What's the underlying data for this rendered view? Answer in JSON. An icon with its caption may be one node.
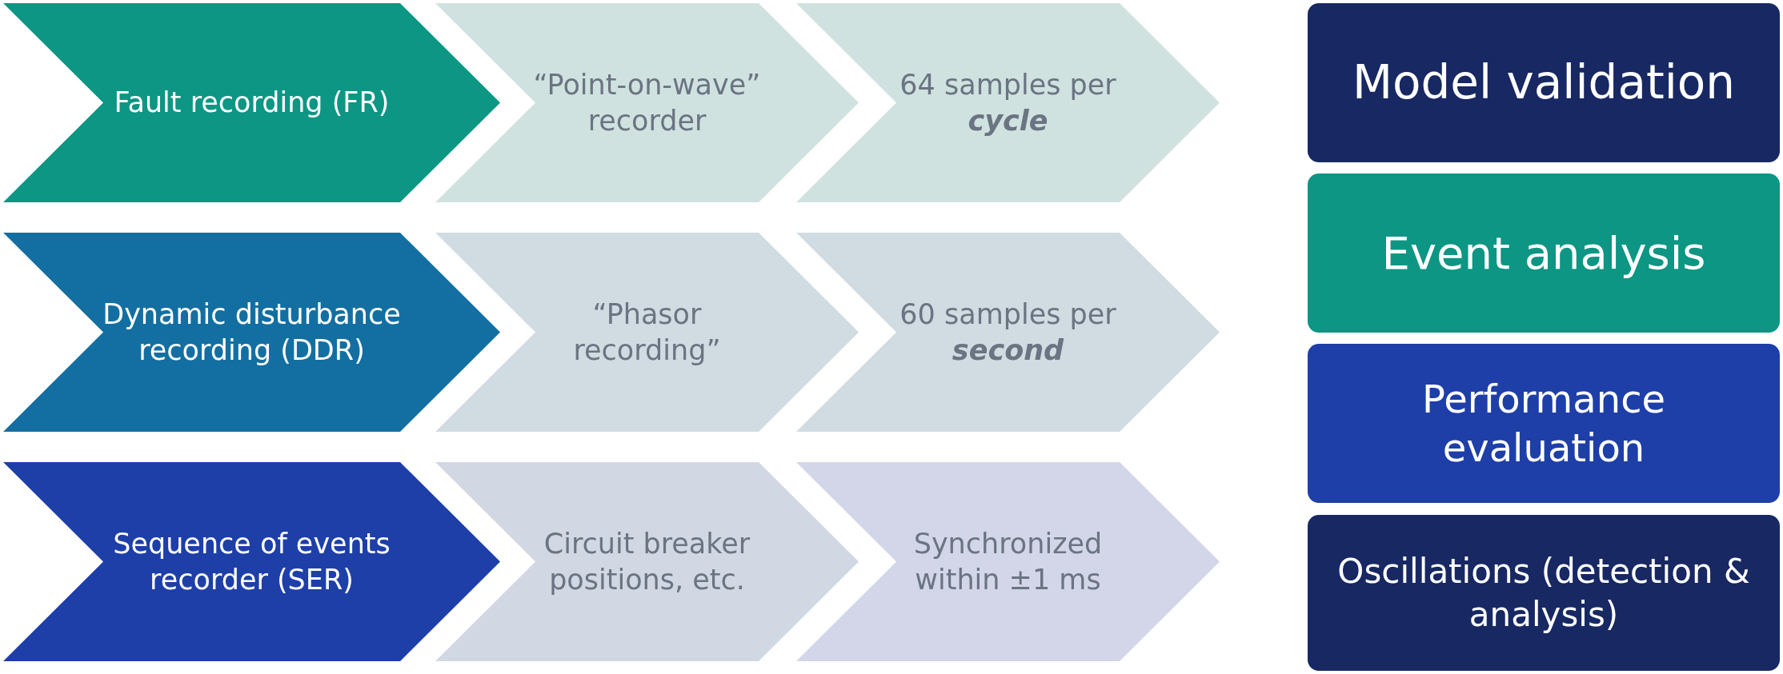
{
  "diagram": {
    "nodes": [
      {
        "text": [
          "Fault recording (FR)"
        ]
      },
      {
        "text": [
          "“Point-on-wave” recorder"
        ]
      },
      {
        "text": [
          "64 samples per **cycle**"
        ]
      },
      {
        "text": [
          "Dynamic disturbance recording (DDR)"
        ]
      },
      {
        "text": [
          "“Phasor recording”"
        ]
      },
      {
        "text": [
          "60 samples per **second**"
        ]
      },
      {
        "text": [
          "Sequence of events recorder (SER)"
        ]
      },
      {
        "text": [
          "Circuit breaker positions, etc."
        ]
      },
      {
        "text": [
          "Synchronized within ±1 ms"
        ]
      },
      {
        "text": [
          "Model validation"
        ]
      },
      {
        "text": [
          "Event analysis"
        ]
      },
      {
        "text": [
          "Performance evaluation"
        ]
      },
      {
        "text": [
          "Oscillations (detection & analysis)"
        ]
      }
    ]
  }
}
